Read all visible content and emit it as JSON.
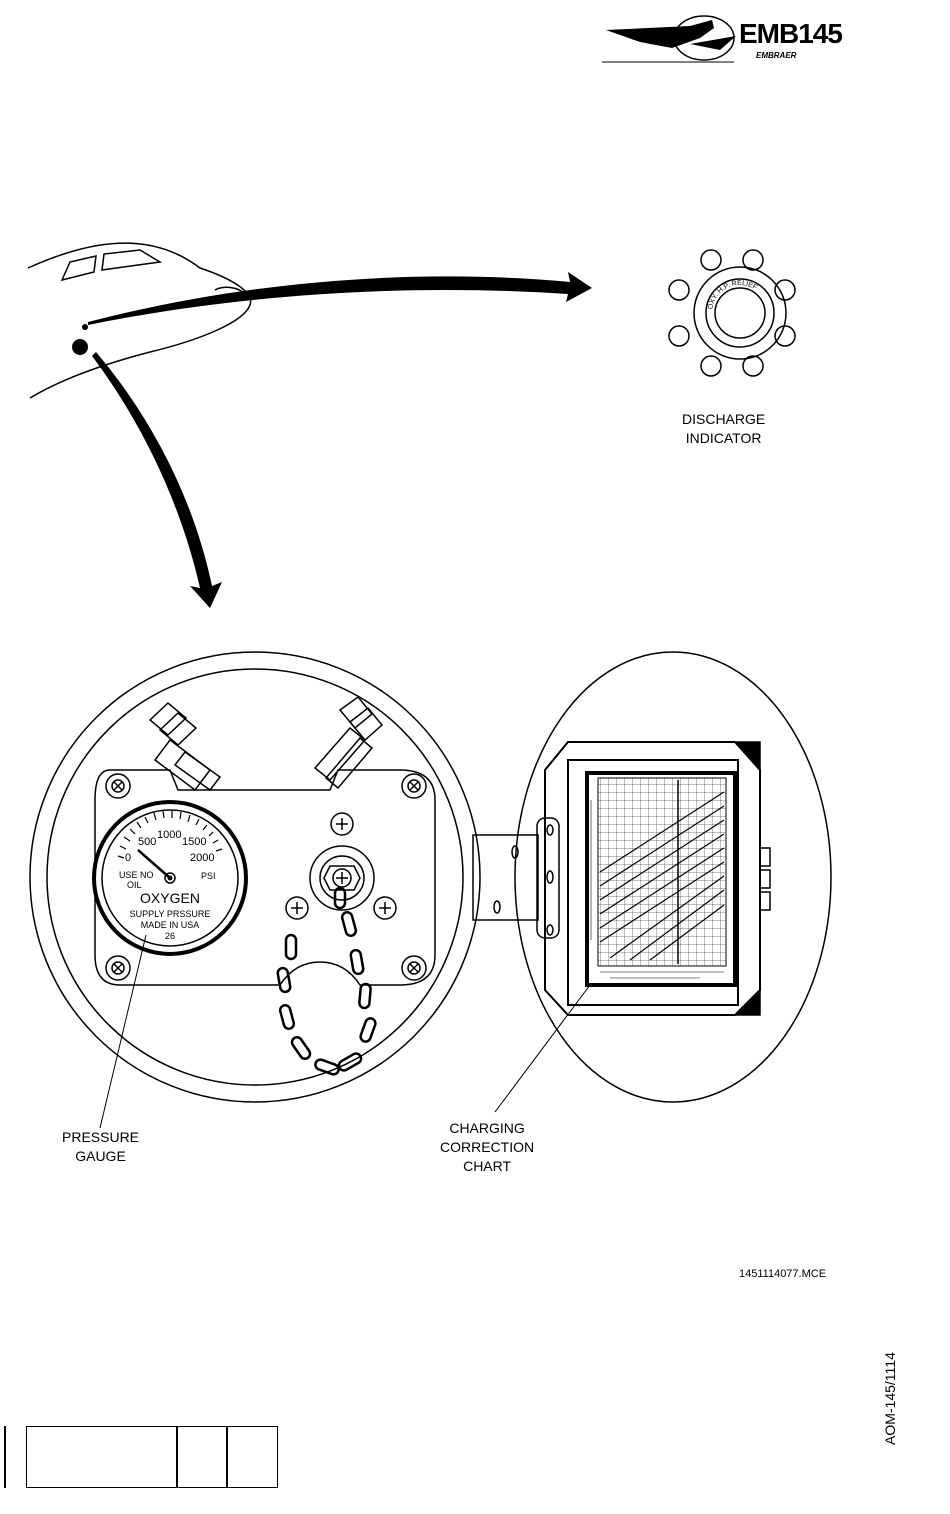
{
  "header": {
    "logo_text": "EMB145",
    "logo_subtext": "EMBRAER"
  },
  "labels": {
    "discharge_indicator": [
      "DISCHARGE",
      "INDICATOR"
    ],
    "pressure_gauge": [
      "PRESSURE",
      "GAUGE"
    ],
    "charging_chart": [
      "CHARGING",
      "CORRECTION",
      "CHART"
    ],
    "relief_disk_text": "OXY. H.P. RELIEF"
  },
  "gauge": {
    "scale": [
      "0",
      "500",
      "1000",
      "1500",
      "2000"
    ],
    "unit": "PSI",
    "warning": [
      "USE NO",
      "OIL"
    ],
    "title": "OXYGEN",
    "subtitle": "SUPPLY PRSSURE",
    "origin": "MADE IN USA",
    "code": "26"
  },
  "footer": {
    "figure_ref": "1451114077.MCE",
    "doc_code": "AOM-145/1114"
  },
  "icons": {
    "aircraft_logo": "aircraft-logo-icon",
    "screw": "screw-icon",
    "cap": "cap-icon"
  },
  "colors": {
    "ink": "#000000",
    "paper": "#ffffff"
  }
}
